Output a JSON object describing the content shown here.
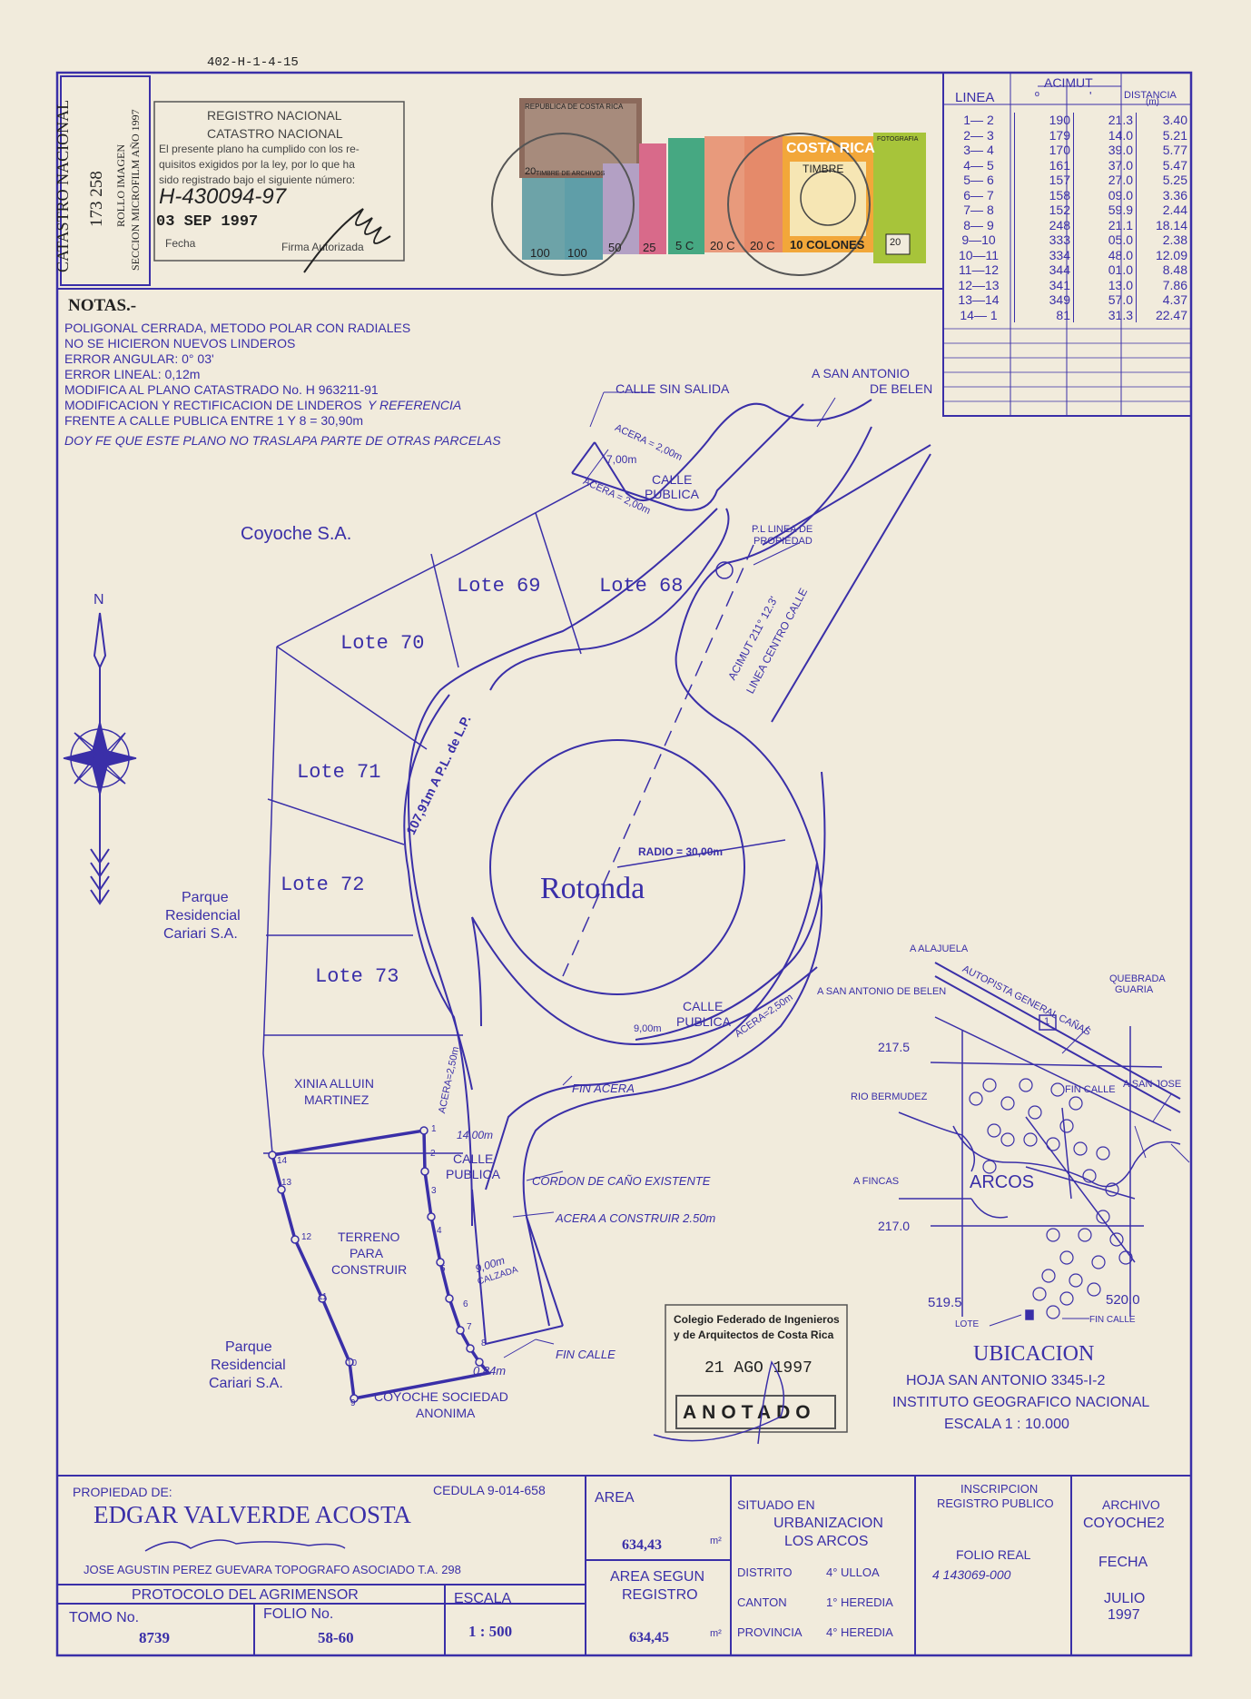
{
  "ref_number": "402-H-1-4-15",
  "catastro": {
    "title": "CATASTRO NACIONAL",
    "number": "173 258",
    "rollo": "ROLLO IMAGEN",
    "seccion": "SECCION MICROFILM AÑO 1997"
  },
  "registro_stamp": {
    "line1": "REGISTRO NACIONAL",
    "line2": "CATASTRO NACIONAL",
    "text1": "El presente plano ha cumplido con los re-",
    "text2": "quisitos exigidos por la ley, por lo que ha",
    "text3": "sido registrado bajo el siguiente número:",
    "number": "H-430094-97",
    "date": "03 SEP 1997",
    "fecha_label": "Fecha",
    "firma_label": "Firma Autorizada"
  },
  "stamps": {
    "republica": "REPUBLICA DE COSTA RICA",
    "timbre_archivos": "TIMBRE DE ARCHIVOS",
    "costa_rica": "COSTA RICA",
    "timbre": "TIMBRE",
    "ten_colones": "10 COLONES",
    "fotografia": "FOTOGRAFIA",
    "v20": "20",
    "v100": "100",
    "v50": "50",
    "v25": "25",
    "v5": "5 C",
    "v20c": "20 C"
  },
  "azimuth_table": {
    "h_linea": "LINEA",
    "h_acimut": "ACIMUT",
    "h_deg": "º",
    "h_min": "'",
    "h_distancia": "DISTANCIA",
    "h_m": "(m)",
    "rows": [
      [
        "1— 2",
        "190",
        "21.3",
        "3.40"
      ],
      [
        "2— 3",
        "179",
        "14.0",
        "5.21"
      ],
      [
        "3— 4",
        "170",
        "39.0",
        "5.77"
      ],
      [
        "4— 5",
        "161",
        "37.0",
        "5.47"
      ],
      [
        "5— 6",
        "157",
        "27.0",
        "5.25"
      ],
      [
        "6— 7",
        "158",
        "09.0",
        "3.36"
      ],
      [
        "7— 8",
        "152",
        "59.9",
        "2.44"
      ],
      [
        "8— 9",
        "248",
        "21.1",
        "18.14"
      ],
      [
        "9—10",
        "333",
        "05.0",
        "2.38"
      ],
      [
        "10—11",
        "334",
        "48.0",
        "12.09"
      ],
      [
        "11—12",
        "344",
        "01.0",
        "8.48"
      ],
      [
        "12—13",
        "341",
        "13.0",
        "7.86"
      ],
      [
        "13—14",
        "349",
        "57.0",
        "4.37"
      ],
      [
        "14— 1",
        "81",
        "31.3",
        "22.47"
      ]
    ]
  },
  "notas": {
    "title": "NOTAS.-",
    "lines": [
      "POLIGONAL CERRADA, METODO POLAR CON RADIALES",
      "NO SE HICIERON NUEVOS LINDEROS",
      "ERROR ANGULAR: 0° 03'",
      "ERROR LINEAL: 0,12m",
      "MODIFICA AL PLANO CATASTRADO No. H 963211-91",
      "MODIFICACION Y RECTIFICACION DE LINDEROS",
      "FRENTE A CALLE PUBLICA ENTRE 1 Y 8 = 30,90m"
    ],
    "handwritten1": "Y REFERENCIA",
    "handwritten2": "DOY FE QUE ESTE PLANO NO TRASLAPA PARTE DE OTRAS PARCELAS"
  },
  "plan": {
    "calle_sin_salida": "CALLE SIN SALIDA",
    "san_antonio_1": "A SAN ANTONIO",
    "san_antonio_2": "DE BELEN",
    "acera_200_a": "ACERA = 2,00m",
    "acera_200_b": "ACERA = 2,00m",
    "w700": "7,00m",
    "calle_publica": "CALLE",
    "calle_publica_2": "PUBLICA",
    "pl_linea_1": "P.L LINEA DE",
    "pl_linea_2": "PROPIEDAD",
    "coyoche": "Coyoche S.A.",
    "lote69": "Lote 69",
    "lote68": "Lote 68",
    "lote70": "Lote 70",
    "lote71": "Lote 71",
    "lote72": "Lote 72",
    "lote73": "Lote 73",
    "acimut_centro": "ACIMUT 211° 12.3'",
    "linea_centro": "LINEA CENTRO CALLE",
    "arc_label": "107,91m A P.L. de L.P.",
    "radio": "RADIO = 30,00m",
    "rotonda": "Rotonda",
    "parque_1": "Parque",
    "parque_2": "Residencial",
    "parque_3": "Cariari S.A.",
    "w900": "9,00m",
    "acera_250": "ACERA=2,50m",
    "acera_250_b": "ACERA=2,50m",
    "xinia_1": "XINIA ALLUIN",
    "xinia_2": "MARTINEZ",
    "fin_acera": "FIN ACERA",
    "w1400": "14,00m",
    "cordon": "CORDON DE CAÑO EXISTENTE",
    "acera_construir": "ACERA A CONSTRUIR 2.50m",
    "terreno_1": "TERRENO",
    "terreno_2": "PARA",
    "terreno_3": "CONSTRUIR",
    "w900b": "9,00m",
    "calzada": "CALZADA",
    "fin_calle": "FIN CALLE",
    "w084": "0,84m",
    "coyoche_soc_1": "COYOCHE SOCIEDAD",
    "coyoche_soc_2": "ANONIMA",
    "north": "N",
    "points": [
      "1",
      "2",
      "3",
      "4",
      "5",
      "6",
      "7",
      "8",
      "9",
      "10",
      "11",
      "12",
      "13",
      "14"
    ]
  },
  "colegio_stamp": {
    "line1": "Colegio Federado de Ingenieros",
    "line2": "y de Arquitectos de Costa Rica",
    "date": "21 AGO 1997",
    "anotado": "ANOTADO"
  },
  "ubicacion_map": {
    "a_alajuela": "A ALAJUELA",
    "autopista": "AUTOPISTA GENERAL CAÑAS",
    "quebrada_1": "QUEBRADA",
    "quebrada_2": "GUARIA",
    "san_antonio": "A SAN ANTONIO DE BELEN",
    "route": "1",
    "y175": "217.5",
    "rio": "RIO BERMUDEZ",
    "fin_calle": "FIN CALLE",
    "san_jose": "A SAN JOSE",
    "a_fincas": "A FINCAS",
    "arcos": "ARCOS",
    "y170": "217.0",
    "x195": "519.5",
    "x200": "520.0",
    "lote": "LOTE",
    "fin_calle2": "FIN CALLE"
  },
  "ubicacion": {
    "title": "UBICACION",
    "hoja": "HOJA SAN ANTONIO  3345-I-2",
    "instituto": "INSTITUTO GEOGRAFICO NACIONAL",
    "escala": "ESCALA 1 : 10.000"
  },
  "title_block": {
    "propiedad_label": "PROPIEDAD DE:",
    "cedula": "CEDULA  9-014-658",
    "owner": "EDGAR VALVERDE ACOSTA",
    "topografo": "JOSE AGUSTIN PEREZ GUEVARA  TOPOGRAFO ASOCIADO T.A. 298",
    "protocolo": "PROTOCOLO DEL AGRIMENSOR",
    "escala_label": "ESCALA",
    "escala_value": "1 : 500",
    "tomo_label": "TOMO No.",
    "tomo_value": "8739",
    "folio_label": "FOLIO No.",
    "folio_value": "58-60",
    "area_label": "AREA",
    "area_value": "634,43",
    "m2": "m²",
    "area_reg_1": "AREA SEGUN",
    "area_reg_2": "REGISTRO",
    "area_reg_value": "634,45",
    "situado": "SITUADO EN",
    "urb_1": "URBANIZACION",
    "urb_2": "LOS ARCOS",
    "distrito_label": "DISTRITO",
    "distrito_value": "4° ULLOA",
    "canton_label": "CANTON",
    "canton_value": "1° HEREDIA",
    "provincia_label": "PROVINCIA",
    "provincia_value": "4° HEREDIA",
    "inscripcion_1": "INSCRIPCION",
    "inscripcion_2": "REGISTRO PUBLICO",
    "folio_real_label": "FOLIO REAL",
    "folio_real_value": "4 143069-000",
    "archivo_label": "ARCHIVO",
    "archivo_value": "COYOCHE2",
    "fecha_label": "FECHA",
    "fecha_1": "JULIO",
    "fecha_2": "1997"
  },
  "colors": {
    "ink": "#3a2fa8",
    "paper": "#f1ebdc"
  }
}
